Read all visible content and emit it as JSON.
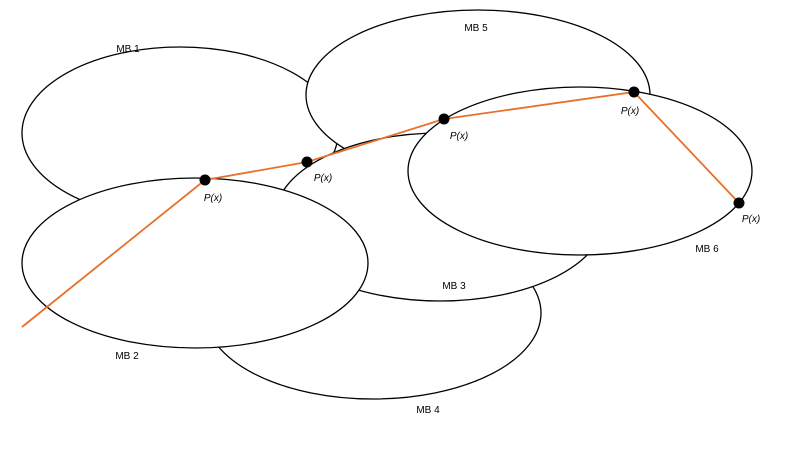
{
  "regions": [
    {
      "id": "mb1",
      "label": "MB 1"
    },
    {
      "id": "mb5",
      "label": "MB 5"
    },
    {
      "id": "mb4",
      "label": "MB 4"
    },
    {
      "id": "mb3",
      "label": "MB 3"
    },
    {
      "id": "mb6",
      "label": "MB 6"
    },
    {
      "id": "mb2",
      "label": "MB 2"
    }
  ],
  "points": [
    {
      "label": "P(x)"
    },
    {
      "label": "P(x)"
    },
    {
      "label": "P(x)"
    },
    {
      "label": "P(x)"
    },
    {
      "label": "P(x)"
    }
  ],
  "colors": {
    "path": "#e8702a",
    "outline": "#000000",
    "point": "#000000"
  }
}
